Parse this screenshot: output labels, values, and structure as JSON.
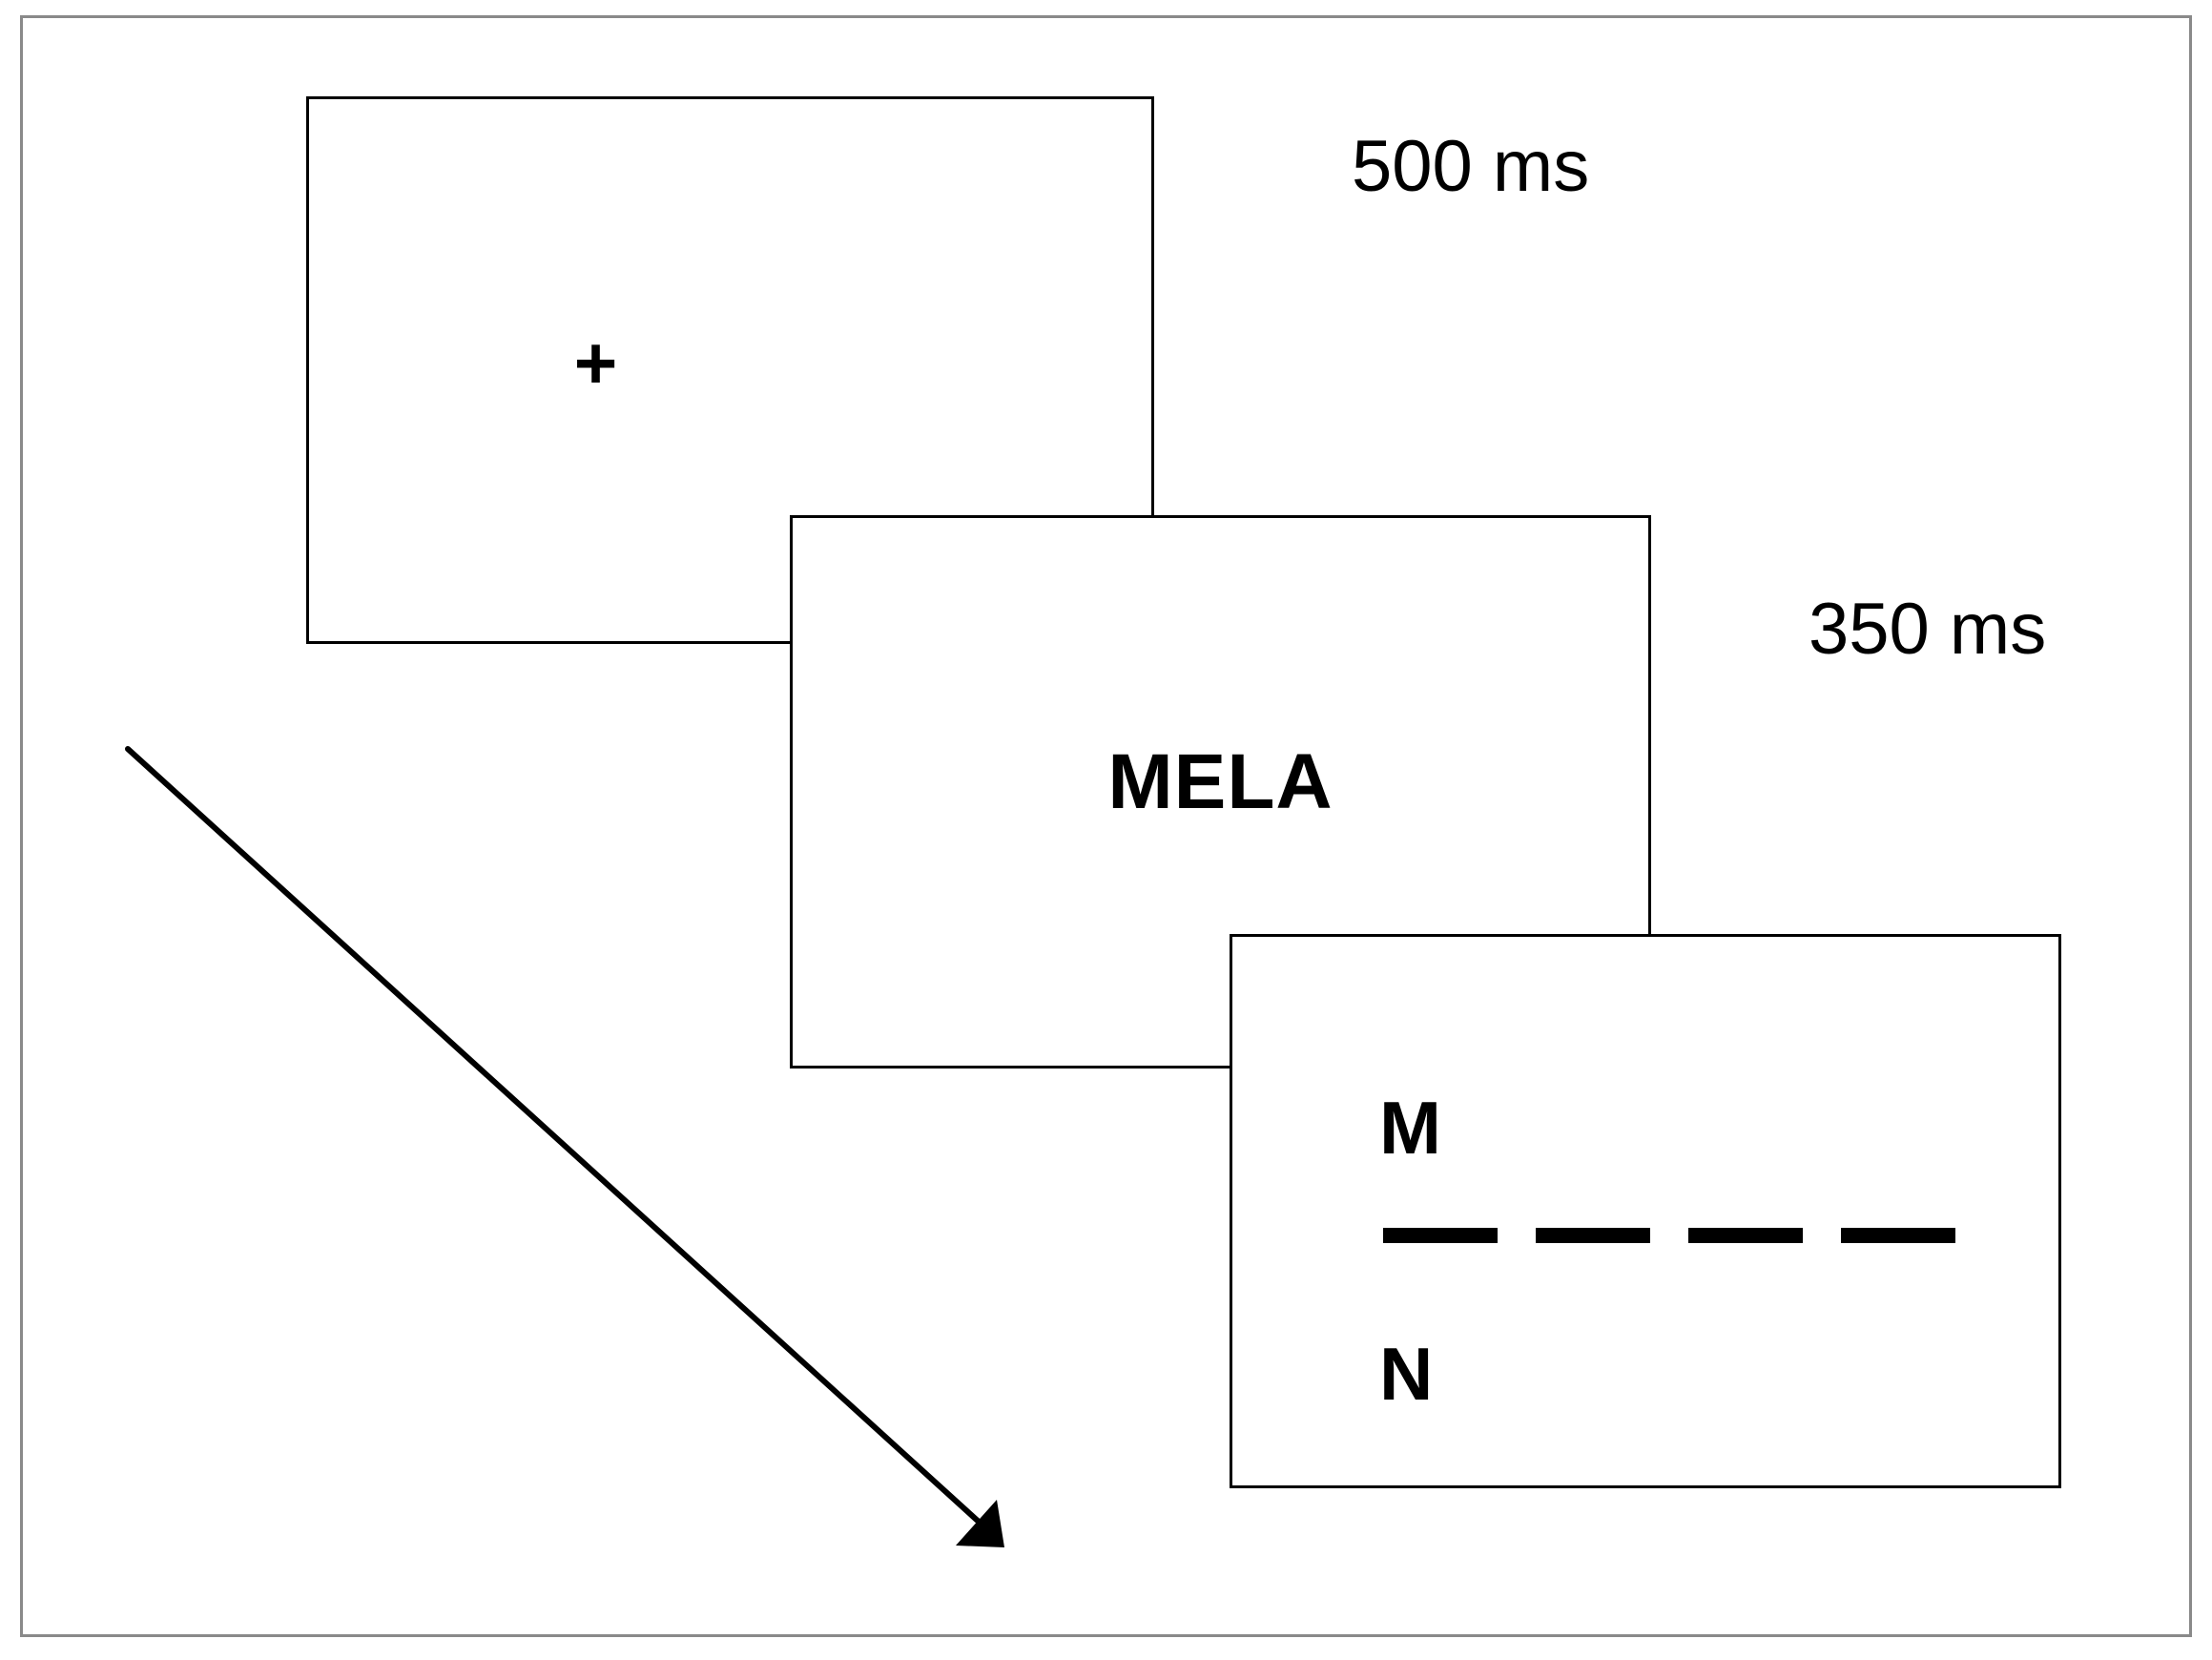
{
  "timings": {
    "fixation": "500 ms",
    "word": "350 ms"
  },
  "screens": {
    "fixation": {
      "symbol": "+"
    },
    "word": {
      "stimulus": "MELA"
    },
    "response": {
      "top_letter": "M",
      "bottom_letter": "N",
      "blank_slots": 4
    }
  },
  "icons": {
    "time_arrow": "diagonal-arrow-icon"
  }
}
